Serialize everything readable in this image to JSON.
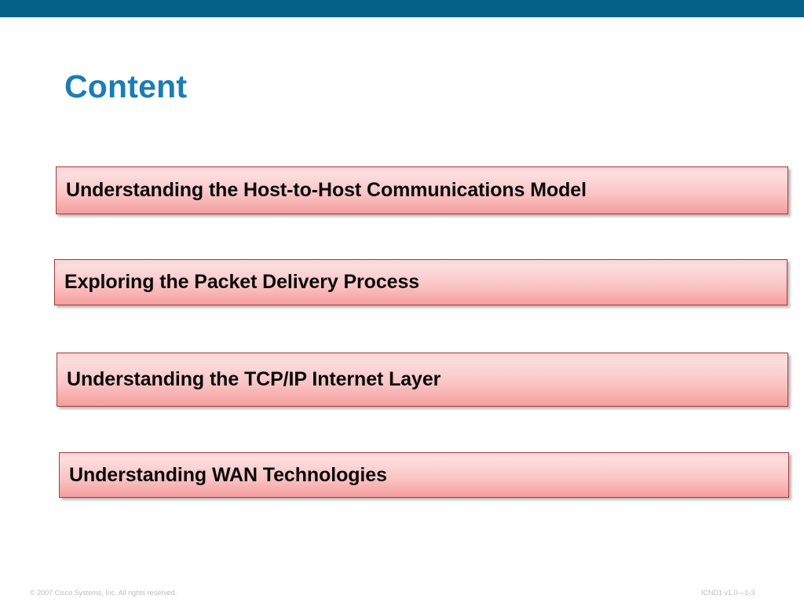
{
  "slide": {
    "title": "Content",
    "title_color": "#1a7db5",
    "band_color": "#05638a",
    "background_color": "#ffffff"
  },
  "content_boxes": [
    {
      "label": "Understanding the Host-to-Host Communications Model",
      "fill_top": "#fbd2d2",
      "fill_bottom": "#f59e9e",
      "border_color": "#a33b3b",
      "text_color": "#0a0a0a"
    },
    {
      "label": "Exploring the Packet Delivery Process",
      "fill_top": "#fbd2d2",
      "fill_bottom": "#f59e9e",
      "border_color": "#a33b3b",
      "text_color": "#0a0a0a"
    },
    {
      "label": "Understanding the TCP/IP Internet Layer",
      "fill_top": "#fbd2d2",
      "fill_bottom": "#f59e9e",
      "border_color": "#a33b3b",
      "text_color": "#0a0a0a"
    },
    {
      "label": "Understanding WAN Technologies",
      "fill_top": "#fbd2d2",
      "fill_bottom": "#f59e9e",
      "border_color": "#a33b3b",
      "text_color": "#0a0a0a"
    }
  ],
  "footer": {
    "copyright": "© 2007 Cisco Systems, Inc. All rights reserved.",
    "course_code": "ICND1 v1.0—1-3",
    "text_color": "#bcbcbc"
  }
}
